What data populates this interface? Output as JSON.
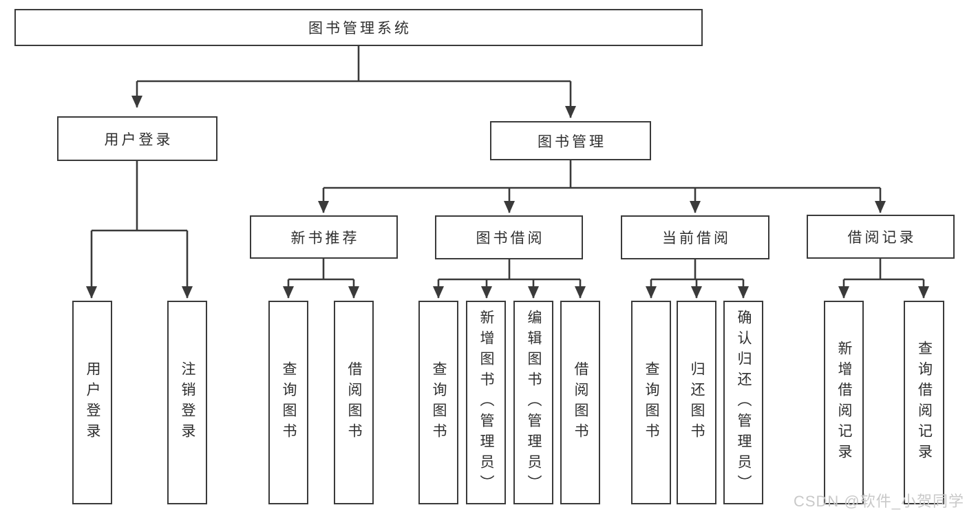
{
  "colors": {
    "background": "#ffffff",
    "line": "#3a3a3a",
    "box_border": "#3a3a3a",
    "text": "#2f2f2f",
    "watermark": "#c9c9c9"
  },
  "tree": {
    "label": "图书管理系统",
    "children": [
      {
        "label": "用户登录",
        "children": [
          {
            "label": "用户登录"
          },
          {
            "label": "注销登录"
          }
        ]
      },
      {
        "label": "图书管理",
        "children": [
          {
            "label": "新书推荐",
            "children": [
              {
                "label": "查询图书"
              },
              {
                "label": "借阅图书"
              }
            ]
          },
          {
            "label": "图书借阅",
            "children": [
              {
                "label": "查询图书"
              },
              {
                "label": "新增图书（管理员）"
              },
              {
                "label": "编辑图书（管理员）"
              },
              {
                "label": "借阅图书"
              }
            ]
          },
          {
            "label": "当前借阅",
            "children": [
              {
                "label": "查询图书"
              },
              {
                "label": "归还图书"
              },
              {
                "label": "确认归还（管理员）"
              }
            ]
          },
          {
            "label": "借阅记录",
            "children": [
              {
                "label": "新增借阅记录"
              },
              {
                "label": "查询借阅记录"
              }
            ]
          }
        ]
      }
    ]
  },
  "watermark": {
    "text": "CSDN @软件_小贺同学"
  }
}
